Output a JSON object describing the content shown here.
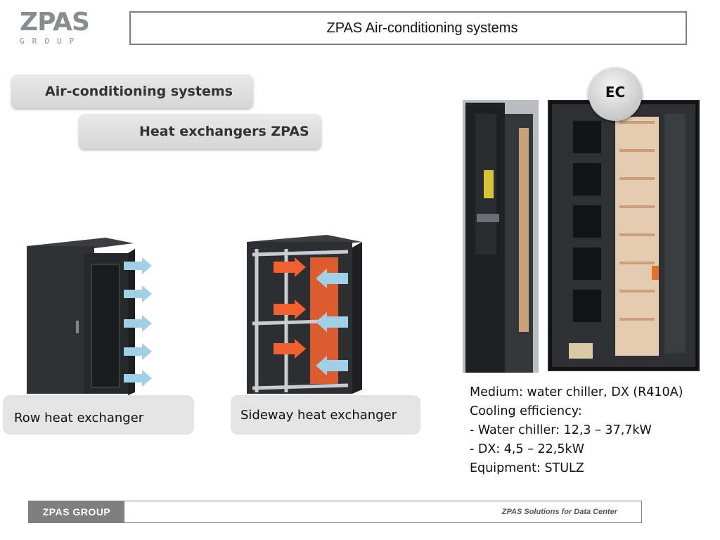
{
  "logo": {
    "mark": "ZPAS",
    "sub": "GROUP"
  },
  "header": {
    "title": "ZPAS Air-conditioning systems"
  },
  "section": {
    "primary": "Air-conditioning systems",
    "secondary": "Heat exchangers ZPAS"
  },
  "products": [
    {
      "label": "Row heat exchanger"
    },
    {
      "label": "Sideway heat exchanger"
    }
  ],
  "badge": {
    "text": "EC"
  },
  "specs": {
    "lines": [
      "Medium: water chiller, DX (R410A)",
      "Cooling efficiency:",
      "- Water chiller: 12,3 – 37,7kW",
      "- DX: 4,5 – 22,5kW",
      "Equipment: STULZ"
    ]
  },
  "footer": {
    "brand": "ZPAS  GROUP",
    "tagline": "ZPAS Solutions for Data Center"
  },
  "colors": {
    "arrow_blue": "#9fd0e6",
    "arrow_orange": "#f06030",
    "cabinet": "#2f3134",
    "pill_gray": "#dedede"
  },
  "icons": [
    "cabinet-row-icon",
    "cabinet-sideway-icon",
    "arrow-icon"
  ]
}
